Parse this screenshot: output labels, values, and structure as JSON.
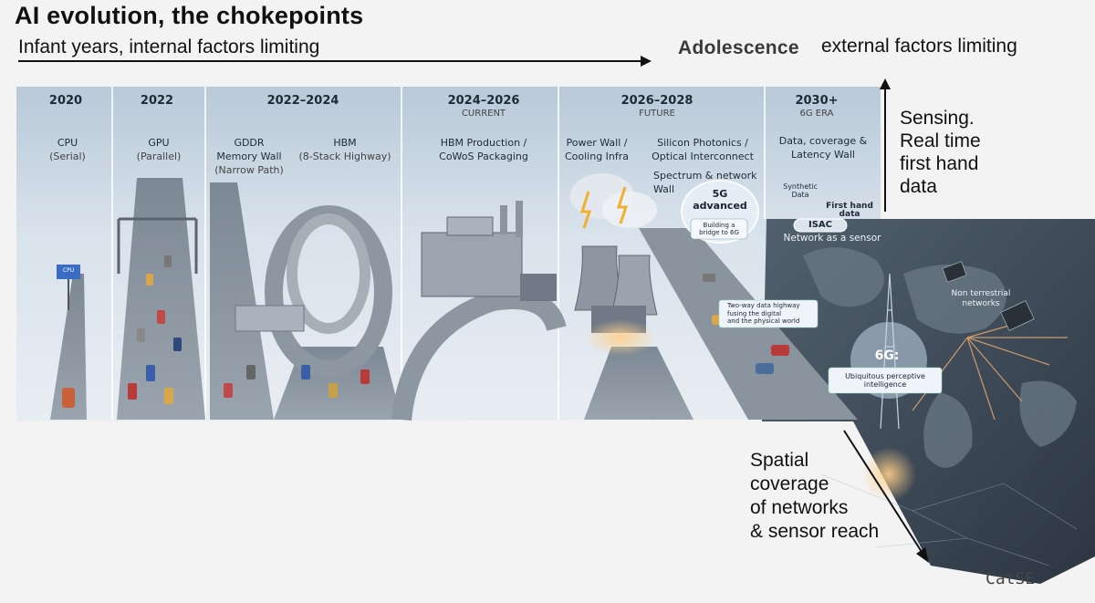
{
  "title": "AI evolution, the chokepoints",
  "phases": {
    "infant": "Infant years, internal factors limiting",
    "adolescence": "Adolescence",
    "adolescence_note": "external factors limiting"
  },
  "eras": [
    {
      "year": "2020",
      "sub": ""
    },
    {
      "year": "2022",
      "sub": ""
    },
    {
      "year": "2022–2024",
      "sub": ""
    },
    {
      "year": "2024–2026",
      "sub": "CURRENT"
    },
    {
      "year": "2026–2028",
      "sub": "FUTURE"
    },
    {
      "year": "2030+",
      "sub": "6G ERA"
    }
  ],
  "chokepoints": {
    "cpu": {
      "name": "CPU",
      "note": "(Serial)"
    },
    "gpu": {
      "name": "GPU",
      "note": "(Parallel)"
    },
    "gddr": {
      "line1": "GDDR",
      "line2": "Memory Wall",
      "note": "(Narrow Path)"
    },
    "hbm": {
      "name": "HBM",
      "note": "(8-Stack Highway)"
    },
    "hbm_production": {
      "line1": "HBM Production /",
      "line2": "CoWoS Packaging"
    },
    "power_wall": {
      "line1": "Power Wall /",
      "line2": "Cooling Infra"
    },
    "photonics": {
      "line1": "Silicon Photonics /",
      "line2": "Optical Interconnect"
    },
    "data_wall": {
      "line1": "Data, coverage &",
      "line2": "Latency Wall"
    },
    "spectrum": {
      "line1": "Spectrum & network",
      "line2": "Wall"
    }
  },
  "scene_labels": {
    "cpu_sign": "CPU",
    "synthetic_line1": "Synthetic",
    "synthetic_line2": "Data",
    "first_hand": "First hand data",
    "fiveg_title_line1": "5G",
    "fiveg_title_line2": "advanced",
    "fiveg_sub_line1": "Building a",
    "fiveg_sub_line2": "bridge to 6G",
    "isac": "ISAC",
    "network_sensor": "Network as a sensor",
    "twoway_line1": "Two-way data highway",
    "twoway_line2": "fusing the digital",
    "twoway_line3": "and the physical world",
    "non_terrestrial_line1": "Non terrestrial",
    "non_terrestrial_line2": "networks",
    "sixg_title": "6G:",
    "sixg_sub_line1": "Ubiquitous perceptive",
    "sixg_sub_line2": "intelligence"
  },
  "annotations": {
    "sensing": [
      "Sensing.",
      "Real time",
      "first hand",
      "data"
    ],
    "spatial": [
      "Spatial",
      "coverage",
      "of networks",
      "& sensor reach"
    ]
  },
  "brand": "CatSE",
  "colors": {
    "background": "#f3f3f3",
    "sky": "#cfdce8",
    "road": "#8c96a0",
    "map": "#3d4a58",
    "accent_orange": "#e8a04a"
  }
}
